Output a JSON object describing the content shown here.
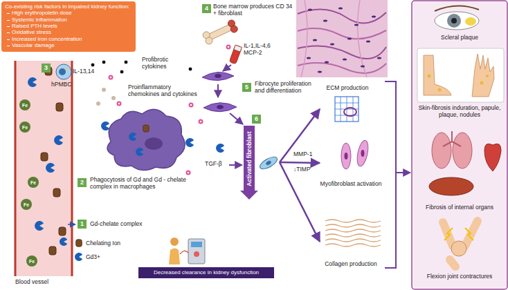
{
  "diagram": {
    "nodes": [
      {
        "text": [
          "Co-existing risk factors in impaired kidney function:",
          "High erythropoietin dose",
          "Systemic inflammation",
          "Raised PTH levels",
          "Oxidative stress",
          "Increased Iron concentration",
          "Vascular damage"
        ]
      },
      {
        "text": [
          "Activated fibroblast"
        ]
      },
      {
        "text": [
          "ECM production"
        ]
      },
      {
        "text": [
          "Myofibroblast activation"
        ]
      },
      {
        "text": [
          "Collagen production"
        ]
      },
      {
        "text": [
          "Decreased clearance in kidney dysfunction"
        ]
      },
      {
        "text": [
          "Scleral plaque"
        ]
      },
      {
        "text": [
          "Skin-fibrosis induration, papule, plaque, nodules"
        ]
      },
      {
        "text": [
          "Fibrosis of internal organs"
        ]
      },
      {
        "text": [
          "Flexion joint contractures"
        ]
      },
      {
        "text": [
          "Fe"
        ]
      },
      {
        "text": [
          "Fe"
        ]
      },
      {
        "text": [
          "Fe"
        ]
      },
      {
        "text": [
          "Fe"
        ]
      },
      {
        "text": [
          "Fe"
        ]
      }
    ],
    "edges": [
      {
        "from": 1,
        "to": 2,
        "arrow": "to"
      },
      {
        "from": 1,
        "to": 3,
        "arrow": "to"
      },
      {
        "from": 1,
        "to": 4,
        "arrow": "to"
      }
    ],
    "labels": [
      "3",
      "hPMBC",
      "IL-13,14",
      "Profibrotic cytokines",
      "Proinflammatory chemokines and cytokines",
      "2",
      "Phagocytosis of Gd and Gd - chelate complex in macrophages",
      "1",
      "Gd-chelate complex",
      "Blood vessel",
      "4",
      "Bone marrow produces CD 34 + fibroblast",
      "IL-1,IL-4,6 MCP-2",
      "5",
      "Fibrocyte proliferation and differentiation",
      "TGF-β",
      "6",
      "MMP-1",
      "↓TIMP"
    ],
    "legend": [
      {
        "text": "Chelating Ion"
      },
      {
        "text": "Gd3+"
      }
    ]
  }
}
